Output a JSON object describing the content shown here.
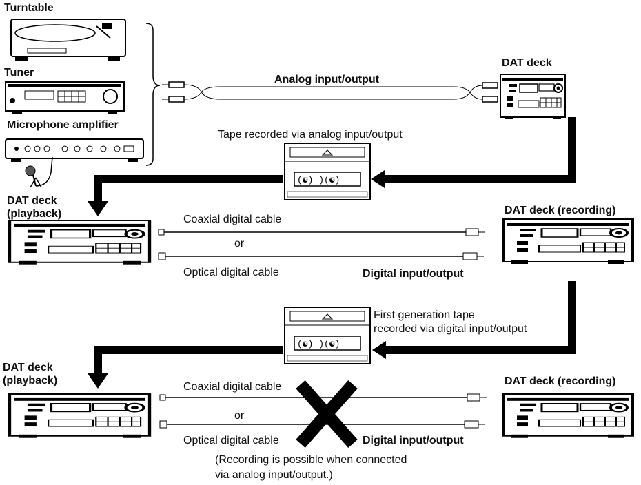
{
  "labels": {
    "turntable": "Turntable",
    "tuner": "Tuner",
    "mic_amp": "Microphone amplifier",
    "dat_deck_top": "DAT deck",
    "analog_io": "Analog input/output",
    "tape_analog": "Tape recorded via analog input/output",
    "dat_playback_1_line1": "DAT deck",
    "dat_playback_1_line2": "(playback)",
    "dat_recording_1": "DAT deck (recording)",
    "coaxial_1": "Coaxial digital cable",
    "or_1": "or",
    "optical_1": "Optical digital cable",
    "digital_io_1": "Digital input/output",
    "first_gen_line1": "First generation tape",
    "first_gen_line2": "recorded via digital input/output",
    "dat_playback_2_line1": "DAT deck",
    "dat_playback_2_line2": "(playback)",
    "dat_recording_2": "DAT deck (recording)",
    "coaxial_2": "Coaxial digital cable",
    "or_2": "or",
    "optical_2": "Optical digital cable",
    "digital_io_2": "Digital input/output",
    "note_line1": "(Recording is possible when connected",
    "note_line2": "via analog input/output.)"
  }
}
